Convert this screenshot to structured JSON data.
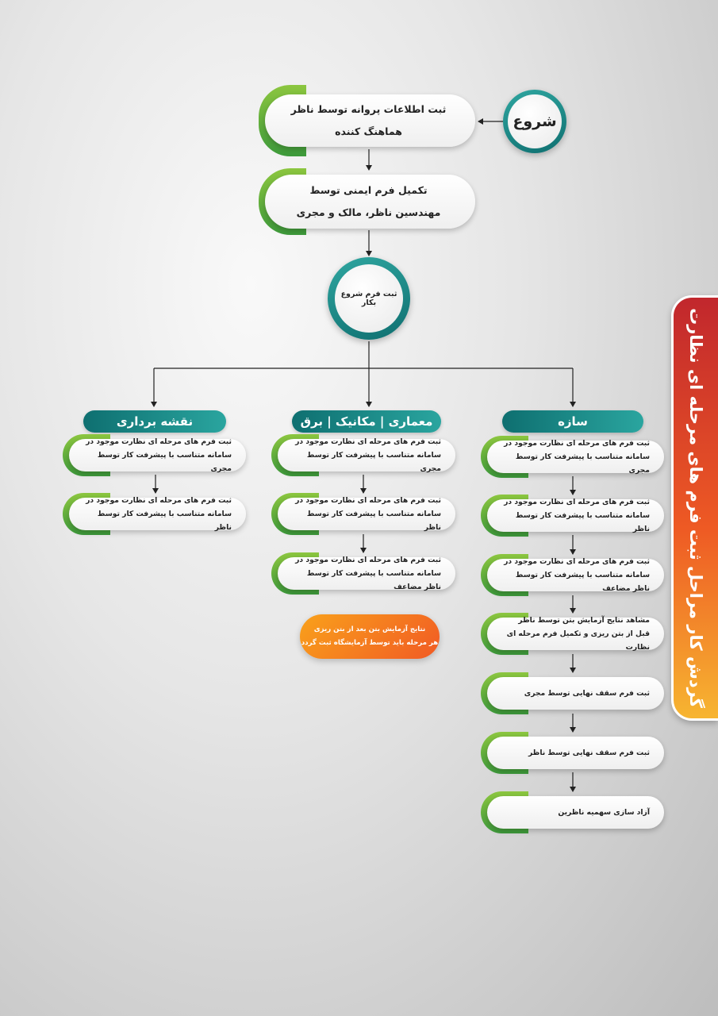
{
  "title": "گردش کار مراحل ثبت فرم های مرحله ای نظارت",
  "start": {
    "circle_label": "شروع",
    "step1": "ثبت اطلاعات پروانه توسط ناظر هماهنگ کننده",
    "step2": [
      "تکمیل فرم ایمنی توسط",
      "مهندسین ناظر، مالک و مجری"
    ],
    "hub_label": "ثبت فرم شروع بکار"
  },
  "columns": {
    "structure": {
      "header": "سازه",
      "items": [
        [
          "ثبت فرم های مرحله ای نظارت موجود در",
          "سامانه متناسب با پیشرفت کار توسط مجری"
        ],
        [
          "ثبت فرم های مرحله ای نظارت موجود در",
          "سامانه متناسب با پیشرفت کار توسط ناظر"
        ],
        [
          "ثبت فرم های مرحله ای نظارت موجود در",
          "سامانه متناسب با پیشرفت کار توسط ناظر مضاعف"
        ],
        [
          "مشاهد نتایج آزمایش بتن توسط ناظر",
          "قبل از بتن ریزی و تکمیل فرم مرحله ای نظارت"
        ],
        [
          "ثبت فرم سقف نهایی توسط مجری"
        ],
        [
          "ثبت فرم سقف  نهایی توسط ناظر"
        ],
        [
          "آزاد سازی سهمیه  ناظرین"
        ]
      ]
    },
    "architecture": {
      "header": "معماری | مکانیک | برق",
      "items": [
        [
          "ثبت فرم های مرحله ای نظارت موجود در",
          "سامانه متناسب با پیشرفت کار توسط مجری"
        ],
        [
          "ثبت فرم های مرحله ای نظارت موجود در",
          "سامانه متناسب با پیشرفت کار توسط ناظر"
        ],
        [
          "ثبت فرم های مرحله ای نظارت موجود در",
          "سامانه متناسب با پیشرفت کار توسط ناظر مضاعف"
        ]
      ],
      "note": [
        "نتایج آزمایش بتن بعد از بتن ریزی",
        "هر مرحله باید توسط آزمایشگاه ثبت گردد"
      ]
    },
    "mapping": {
      "header": "نقشه برداری",
      "items": [
        [
          "ثبت فرم های مرحله ای نظارت موجود در",
          "سامانه متناسب با پیشرفت کار توسط مجری"
        ],
        [
          "ثبت فرم های مرحله ای نظارت موجود در",
          "سامانه متناسب با پیشرفت کار توسط ناظر"
        ]
      ]
    }
  },
  "colors": {
    "teal": "#11777a",
    "green_accent": "#5fb43c",
    "orange_note": "#f37a24",
    "side_top": "#c1272d",
    "side_bottom": "#f7b531"
  }
}
